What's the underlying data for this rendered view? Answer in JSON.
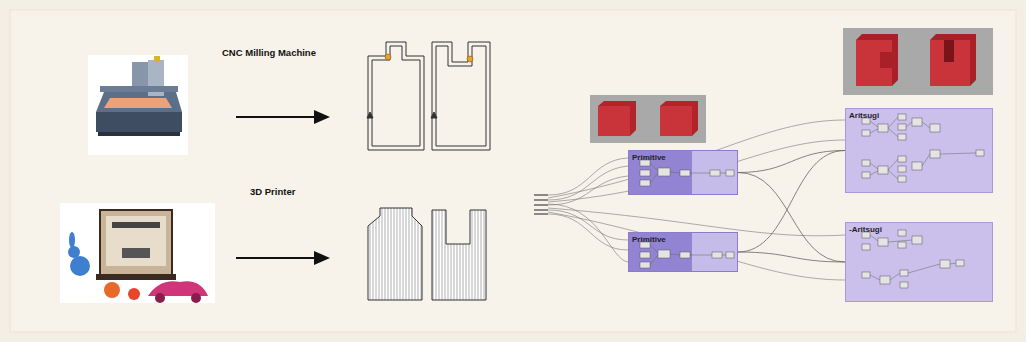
{
  "diagram": {
    "nodes": [
      {
        "text": [
          "Primitive"
        ]
      },
      {
        "text": [
          "Primitive"
        ]
      },
      {
        "text": [
          "Aritsugi"
        ]
      },
      {
        "text": [
          "-Aritsugi"
        ]
      }
    ],
    "edges": [
      {
        "from": 0,
        "to": 2,
        "arrow": "none"
      },
      {
        "from": 0,
        "to": 3,
        "arrow": "none"
      },
      {
        "from": 1,
        "to": 2,
        "arrow": "none"
      },
      {
        "from": 1,
        "to": 3,
        "arrow": "none"
      }
    ],
    "labels": [
      "CNC Milling Machine",
      "3D Printer"
    ]
  }
}
